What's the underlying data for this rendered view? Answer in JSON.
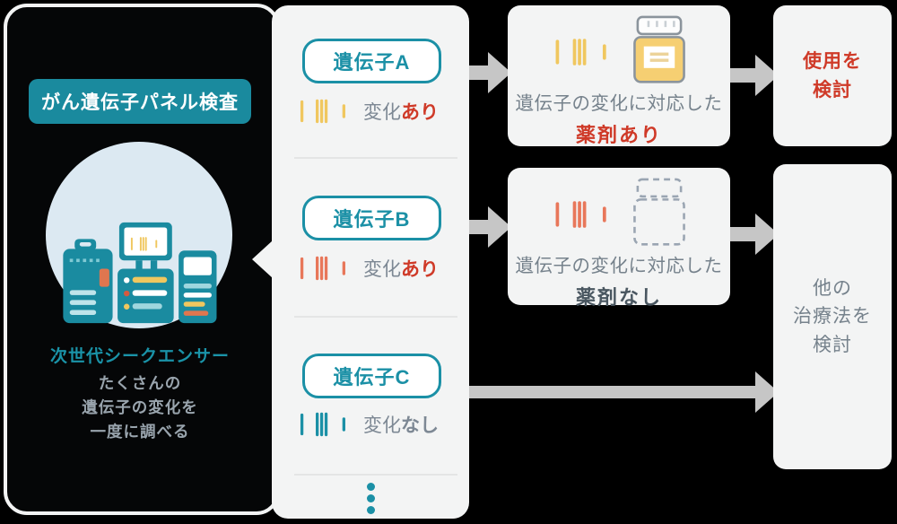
{
  "left_panel": {
    "badge": "がん遺伝子パネル検査",
    "machine_title": "次世代シークエンサー",
    "description_lines": [
      "たくさんの",
      "遺伝子の変化を",
      "一度に調べる"
    ]
  },
  "gene_list": {
    "items": [
      {
        "label": "遺伝子A",
        "status_prefix": "変化",
        "status_value": "あり",
        "changed": true,
        "dna_bar_color": "#f0c75f"
      },
      {
        "label": "遺伝子B",
        "status_prefix": "変化",
        "status_value": "あり",
        "changed": true,
        "dna_bar_color": "#e8775a"
      },
      {
        "label": "遺伝子C",
        "status_prefix": "変化",
        "status_value": "なし",
        "changed": false,
        "dna_bar_color": "#1b90a6"
      }
    ],
    "more_indicator_dots": 3
  },
  "result_boxes": [
    {
      "line1": "遺伝子の変化に対応した",
      "line2": "薬剤あり",
      "has_drug": true
    },
    {
      "line1": "遺伝子の変化に対応した",
      "line2": "薬剤なし",
      "has_drug": false
    }
  ],
  "decision_boxes": [
    {
      "lines": [
        "使用を",
        "検討"
      ],
      "style": "red"
    },
    {
      "lines": [
        "他の",
        "治療法を",
        "検討"
      ],
      "style": "gray"
    }
  ],
  "colors": {
    "teal": "#1b90a6",
    "badge_teal": "#1a8a9e",
    "red": "#cf3a28",
    "gray_text": "#76828c",
    "dark_gray_text": "#4a5761",
    "panel_fill": "#f3f4f4",
    "dark_panel": "#050607",
    "circle_fill": "#dce9f2",
    "arrow_gray": "#c6c6c6",
    "dna_yellow": "#f0c75f",
    "dna_orange": "#e8775a"
  }
}
